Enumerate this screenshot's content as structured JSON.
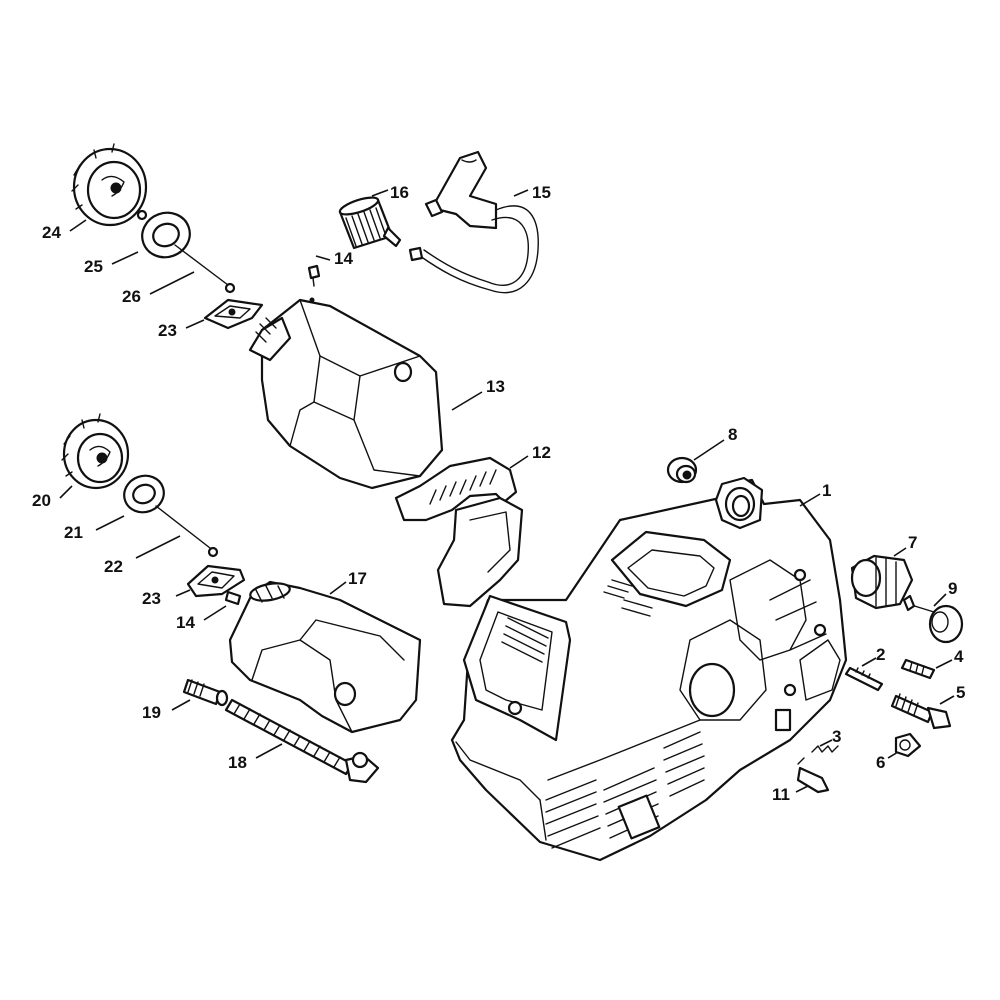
{
  "labels": {
    "p1": "1",
    "p2": "2",
    "p3": "3",
    "p4": "4",
    "p5": "5",
    "p6": "6",
    "p7": "7",
    "p8": "8",
    "p9": "9",
    "p11": "11",
    "p12": "12",
    "p13": "13",
    "p14a": "14",
    "p14b": "14",
    "p15": "15",
    "p16": "16",
    "p17": "17",
    "p18": "18",
    "p19": "19",
    "p20": "20",
    "p21": "21",
    "p22": "22",
    "p23a": "23",
    "p23b": "23",
    "p24": "24",
    "p25": "25",
    "p26": "26"
  }
}
